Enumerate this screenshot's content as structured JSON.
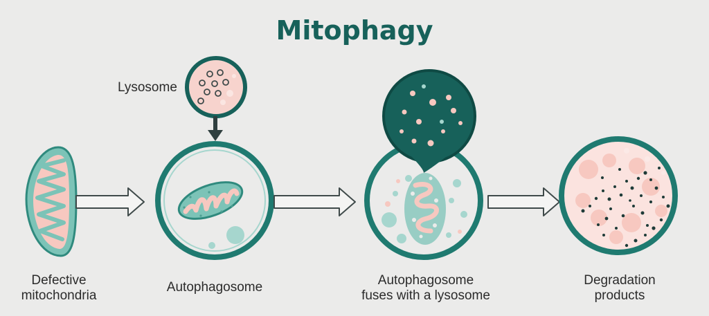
{
  "title": "Mitophagy",
  "callout": {
    "lysosome": "Lysosome"
  },
  "stages": [
    {
      "line1": "Defective",
      "line2": "mitochondria"
    },
    {
      "line1": "Autophagosome",
      "line2": ""
    },
    {
      "line1": "Autophagosome",
      "line2": "fuses with a lysosome"
    },
    {
      "line1": "Degradation",
      "line2": "products"
    }
  ],
  "colors": {
    "teal_dark": "#17615a",
    "teal": "#2f9c8e",
    "teal_light": "#8cc8bf",
    "pink": "#f7c8c0",
    "outline": "#3f4a4a",
    "background": "#ebebea"
  }
}
